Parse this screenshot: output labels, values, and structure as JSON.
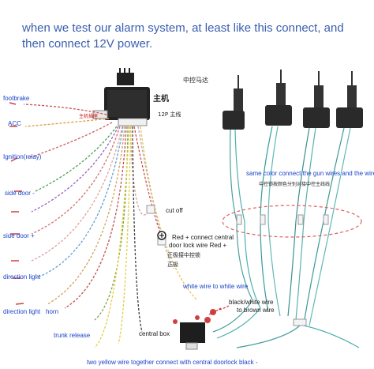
{
  "header": {
    "line1": "when we test our alarm system, at least like this connect, and",
    "line2": "then connect 12V power."
  },
  "labels": {
    "footbrake": "footbrake",
    "acc": "ACC",
    "ignition": "Ignition(relay)",
    "side_door_minus": "side door -",
    "side_door_plus": "side door +",
    "direction_light_1": "direction light",
    "direction_light_2": "direction light",
    "horn": "horn",
    "trunk_release": "trunk release",
    "cut_off": "cut off",
    "red_plus": "Red + connect central",
    "red_plus_2": "door lock wire Red +",
    "red_plus_cn": "正极接中控锁",
    "red_plus_cn2": "正极",
    "same_color": "same color connect the gun wires and the wire",
    "same_color_cn": "中控锁按颜色分别对接中控主线线",
    "white_wire": "white wire to white wire",
    "black_white": "black/white wire",
    "to_brown": "to brown wire",
    "central_box": "central box",
    "bottom_note": "two yellow wire together connect with central doorlock black -",
    "main_unit_cn": "主机",
    "motor_cn": "中控马达",
    "plug_12p": "12P 主线",
    "plug_left": "主机插座"
  },
  "colors": {
    "header_text": "#3a5fb0",
    "label_text": "#1a44c8",
    "red_text": "#d01010",
    "ellipse": "#e06060"
  }
}
